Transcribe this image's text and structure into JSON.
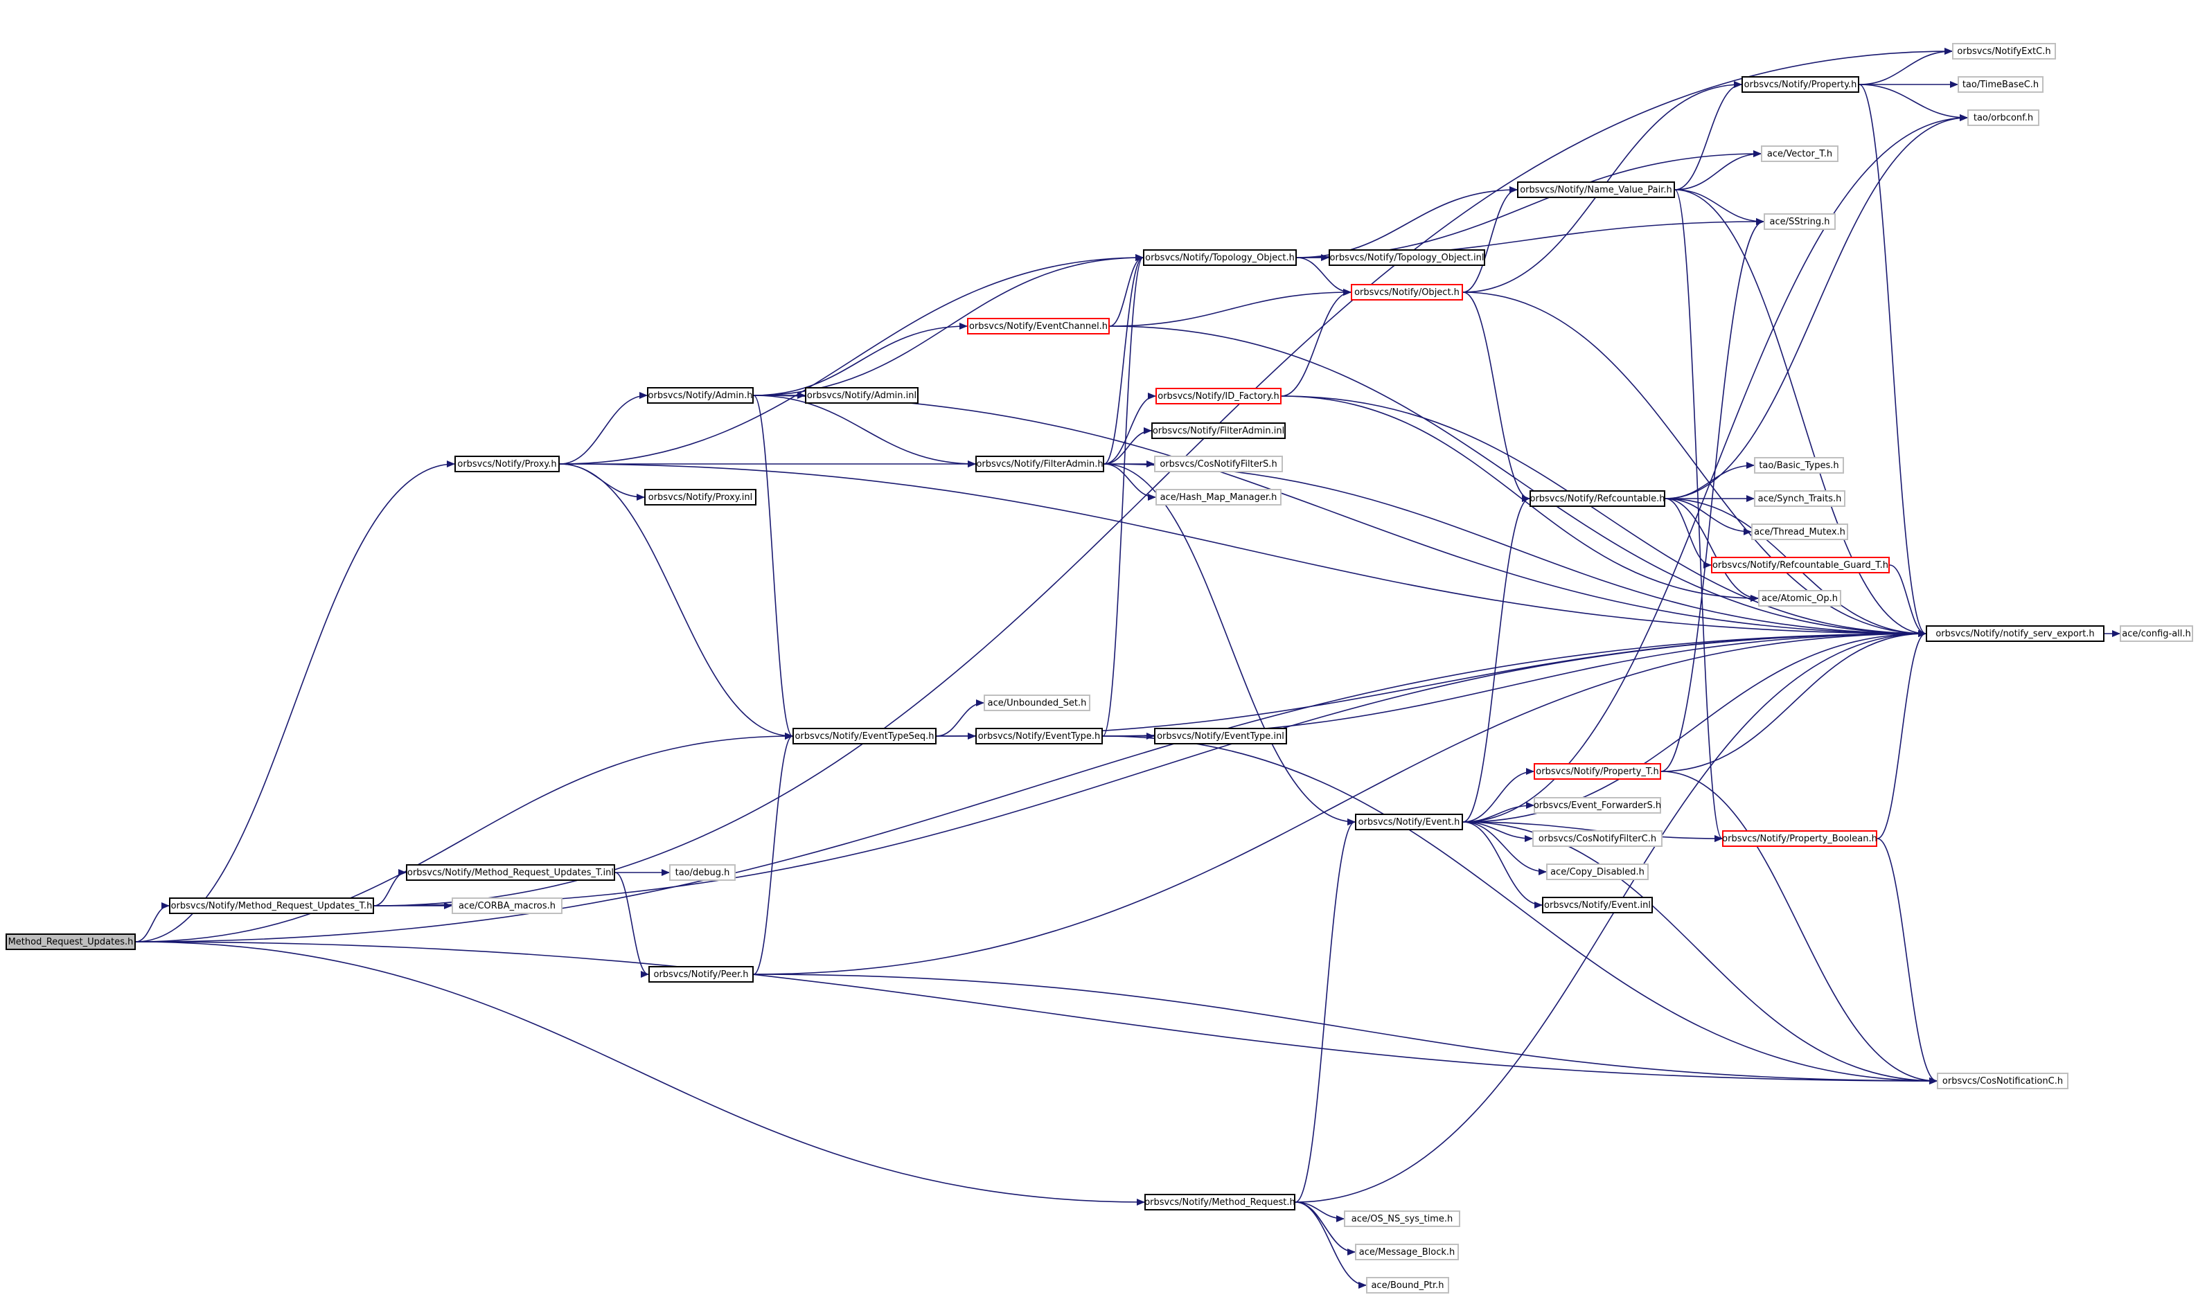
{
  "colors": {
    "edge": "#191970",
    "border_default": "#000000",
    "border_leaf": "#bfbfbf",
    "border_red": "#ff0000",
    "root_fill": "#bfbfbf"
  },
  "nodes": {
    "method_request_updates_h": {
      "label": "Method_Request_Updates.h",
      "kind": "root"
    },
    "method_request_updates_t_h": {
      "label": "orbsvcs/Notify/Method_Request_Updates_T.h",
      "kind": "plain"
    },
    "method_request_updates_t_inl": {
      "label": "orbsvcs/Notify/Method_Request_Updates_T.inl",
      "kind": "plain"
    },
    "tao_debug_h": {
      "label": "tao/debug.h",
      "kind": "leaf"
    },
    "ace_corba_macros_h": {
      "label": "ace/CORBA_macros.h",
      "kind": "leaf"
    },
    "peer_h": {
      "label": "orbsvcs/Notify/Peer.h",
      "kind": "plain"
    },
    "proxy_h": {
      "label": "orbsvcs/Notify/Proxy.h",
      "kind": "plain"
    },
    "proxy_inl": {
      "label": "orbsvcs/Notify/Proxy.inl",
      "kind": "plain"
    },
    "admin_h": {
      "label": "orbsvcs/Notify/Admin.h",
      "kind": "plain"
    },
    "admin_inl": {
      "label": "orbsvcs/Notify/Admin.inl",
      "kind": "plain"
    },
    "eventchannel_h": {
      "label": "orbsvcs/Notify/EventChannel.h",
      "kind": "red"
    },
    "topology_object_h": {
      "label": "orbsvcs/Notify/Topology_Object.h",
      "kind": "plain"
    },
    "topology_object_inl": {
      "label": "orbsvcs/Notify/Topology_Object.inl",
      "kind": "plain"
    },
    "object_h": {
      "label": "orbsvcs/Notify/Object.h",
      "kind": "red"
    },
    "id_factory_h": {
      "label": "orbsvcs/Notify/ID_Factory.h",
      "kind": "red"
    },
    "filteradmin_inl": {
      "label": "orbsvcs/Notify/FilterAdmin.inl",
      "kind": "plain"
    },
    "filteradmin_h": {
      "label": "orbsvcs/Notify/FilterAdmin.h",
      "kind": "plain"
    },
    "cosnotifyfilters_h": {
      "label": "orbsvcs/CosNotifyFilterS.h",
      "kind": "leaf"
    },
    "hash_map_manager_h": {
      "label": "ace/Hash_Map_Manager.h",
      "kind": "leaf"
    },
    "eventtypeseq_h": {
      "label": "orbsvcs/Notify/EventTypeSeq.h",
      "kind": "plain"
    },
    "unbounded_set_h": {
      "label": "ace/Unbounded_Set.h",
      "kind": "leaf"
    },
    "eventtype_h": {
      "label": "orbsvcs/Notify/EventType.h",
      "kind": "plain"
    },
    "eventtype_inl": {
      "label": "orbsvcs/Notify/EventType.inl",
      "kind": "plain"
    },
    "event_h": {
      "label": "orbsvcs/Notify/Event.h",
      "kind": "plain"
    },
    "property_t_h": {
      "label": "orbsvcs/Notify/Property_T.h",
      "kind": "red"
    },
    "event_forwarders_h": {
      "label": "orbsvcs/Event_ForwarderS.h",
      "kind": "leaf"
    },
    "cosnotifyfilterc_h": {
      "label": "orbsvcs/CosNotifyFilterC.h",
      "kind": "leaf"
    },
    "copy_disabled_h": {
      "label": "ace/Copy_Disabled.h",
      "kind": "leaf"
    },
    "event_inl": {
      "label": "orbsvcs/Notify/Event.inl",
      "kind": "plain"
    },
    "method_request_h": {
      "label": "orbsvcs/Notify/Method_Request.h",
      "kind": "plain"
    },
    "os_ns_sys_time_h": {
      "label": "ace/OS_NS_sys_time.h",
      "kind": "leaf"
    },
    "message_block_h": {
      "label": "ace/Message_Block.h",
      "kind": "leaf"
    },
    "bound_ptr_h": {
      "label": "ace/Bound_Ptr.h",
      "kind": "leaf"
    },
    "property_h": {
      "label": "orbsvcs/Notify/Property.h",
      "kind": "plain"
    },
    "notifyextc_h": {
      "label": "orbsvcs/NotifyExtC.h",
      "kind": "leaf"
    },
    "timebasec_h": {
      "label": "tao/TimeBaseC.h",
      "kind": "leaf"
    },
    "orbconf_h": {
      "label": "tao/orbconf.h",
      "kind": "leaf"
    },
    "vector_t_h": {
      "label": "ace/Vector_T.h",
      "kind": "leaf"
    },
    "name_value_pair_h": {
      "label": "orbsvcs/Notify/Name_Value_Pair.h",
      "kind": "plain"
    },
    "sstring_h": {
      "label": "ace/SString.h",
      "kind": "leaf"
    },
    "refcountable_h": {
      "label": "orbsvcs/Notify/Refcountable.h",
      "kind": "plain"
    },
    "basic_types_h": {
      "label": "tao/Basic_Types.h",
      "kind": "leaf"
    },
    "synch_traits_h": {
      "label": "ace/Synch_Traits.h",
      "kind": "leaf"
    },
    "thread_mutex_h": {
      "label": "ace/Thread_Mutex.h",
      "kind": "leaf"
    },
    "refcountable_guard_t_h": {
      "label": "orbsvcs/Notify/Refcountable_Guard_T.h",
      "kind": "red"
    },
    "atomic_op_h": {
      "label": "ace/Atomic_Op.h",
      "kind": "leaf"
    },
    "notify_serv_export_h": {
      "label": "orbsvcs/Notify/notify_serv_export.h",
      "kind": "plain"
    },
    "config_all_h": {
      "label": "ace/config-all.h",
      "kind": "leaf"
    },
    "property_boolean_h": {
      "label": "orbsvcs/Notify/Property_Boolean.h",
      "kind": "red"
    },
    "cosnotificationc_h": {
      "label": "orbsvcs/CosNotificationC.h",
      "kind": "leaf"
    }
  },
  "edges": [
    [
      "method_request_updates_h",
      "method_request_updates_t_h"
    ],
    [
      "method_request_updates_h",
      "proxy_h"
    ],
    [
      "method_request_updates_h",
      "eventtypeseq_h"
    ],
    [
      "method_request_updates_h",
      "method_request_h"
    ],
    [
      "method_request_updates_h",
      "notify_serv_export_h"
    ],
    [
      "method_request_updates_h",
      "cosnotificationc_h"
    ],
    [
      "method_request_updates_t_h",
      "method_request_updates_t_inl"
    ],
    [
      "method_request_updates_t_h",
      "ace_corba_macros_h"
    ],
    [
      "method_request_updates_t_h",
      "notifyextc_h"
    ],
    [
      "method_request_updates_t_h",
      "notify_serv_export_h"
    ],
    [
      "method_request_updates_t_inl",
      "tao_debug_h"
    ],
    [
      "method_request_updates_t_inl",
      "peer_h"
    ],
    [
      "peer_h",
      "eventtypeseq_h"
    ],
    [
      "peer_h",
      "notify_serv_export_h"
    ],
    [
      "peer_h",
      "cosnotificationc_h"
    ],
    [
      "proxy_h",
      "proxy_inl"
    ],
    [
      "proxy_h",
      "admin_h"
    ],
    [
      "proxy_h",
      "filteradmin_h"
    ],
    [
      "proxy_h",
      "eventtypeseq_h"
    ],
    [
      "proxy_h",
      "topology_object_h"
    ],
    [
      "proxy_h",
      "notify_serv_export_h"
    ],
    [
      "admin_h",
      "admin_inl"
    ],
    [
      "admin_h",
      "eventchannel_h"
    ],
    [
      "admin_h",
      "topology_object_h"
    ],
    [
      "admin_h",
      "filteradmin_h"
    ],
    [
      "admin_h",
      "eventtypeseq_h"
    ],
    [
      "admin_h",
      "notify_serv_export_h"
    ],
    [
      "eventchannel_h",
      "topology_object_h"
    ],
    [
      "eventchannel_h",
      "object_h"
    ],
    [
      "eventchannel_h",
      "notify_serv_export_h"
    ],
    [
      "topology_object_h",
      "topology_object_inl"
    ],
    [
      "topology_object_h",
      "object_h"
    ],
    [
      "topology_object_h",
      "name_value_pair_h"
    ],
    [
      "topology_object_h",
      "vector_t_h"
    ],
    [
      "topology_object_h",
      "sstring_h"
    ],
    [
      "object_h",
      "property_h"
    ],
    [
      "object_h",
      "refcountable_h"
    ],
    [
      "object_h",
      "name_value_pair_h"
    ],
    [
      "object_h",
      "notify_serv_export_h"
    ],
    [
      "id_factory_h",
      "object_h"
    ],
    [
      "id_factory_h",
      "atomic_op_h"
    ],
    [
      "id_factory_h",
      "notify_serv_export_h"
    ],
    [
      "filteradmin_h",
      "filteradmin_inl"
    ],
    [
      "filteradmin_h",
      "id_factory_h"
    ],
    [
      "filteradmin_h",
      "cosnotifyfilters_h"
    ],
    [
      "filteradmin_h",
      "hash_map_manager_h"
    ],
    [
      "filteradmin_h",
      "topology_object_h"
    ],
    [
      "filteradmin_h",
      "event_h"
    ],
    [
      "filteradmin_h",
      "notify_serv_export_h"
    ],
    [
      "eventtypeseq_h",
      "unbounded_set_h"
    ],
    [
      "eventtypeseq_h",
      "eventtype_h"
    ],
    [
      "eventtypeseq_h",
      "notify_serv_export_h"
    ],
    [
      "eventtype_h",
      "eventtype_inl"
    ],
    [
      "eventtype_h",
      "topology_object_h"
    ],
    [
      "eventtype_h",
      "notify_serv_export_h"
    ],
    [
      "eventtype_h",
      "cosnotificationc_h"
    ],
    [
      "event_h",
      "property_t_h"
    ],
    [
      "event_h",
      "event_forwarders_h"
    ],
    [
      "event_h",
      "cosnotifyfilterc_h"
    ],
    [
      "event_h",
      "copy_disabled_h"
    ],
    [
      "event_h",
      "event_inl"
    ],
    [
      "event_h",
      "refcountable_h"
    ],
    [
      "event_h",
      "property_boolean_h"
    ],
    [
      "event_h",
      "notify_serv_export_h"
    ],
    [
      "event_h",
      "cosnotificationc_h"
    ],
    [
      "event_h",
      "orbconf_h"
    ],
    [
      "property_t_h",
      "sstring_h"
    ],
    [
      "property_t_h",
      "notify_serv_export_h"
    ],
    [
      "property_t_h",
      "cosnotificationc_h"
    ],
    [
      "method_request_h",
      "event_h"
    ],
    [
      "method_request_h",
      "os_ns_sys_time_h"
    ],
    [
      "method_request_h",
      "message_block_h"
    ],
    [
      "method_request_h",
      "bound_ptr_h"
    ],
    [
      "method_request_h",
      "notify_serv_export_h"
    ],
    [
      "property_h",
      "notifyextc_h"
    ],
    [
      "property_h",
      "timebasec_h"
    ],
    [
      "property_h",
      "orbconf_h"
    ],
    [
      "property_h",
      "notify_serv_export_h"
    ],
    [
      "name_value_pair_h",
      "property_h"
    ],
    [
      "name_value_pair_h",
      "vector_t_h"
    ],
    [
      "name_value_pair_h",
      "sstring_h"
    ],
    [
      "name_value_pair_h",
      "property_boolean_h"
    ],
    [
      "name_value_pair_h",
      "notify_serv_export_h"
    ],
    [
      "refcountable_h",
      "basic_types_h"
    ],
    [
      "refcountable_h",
      "synch_traits_h"
    ],
    [
      "refcountable_h",
      "thread_mutex_h"
    ],
    [
      "refcountable_h",
      "refcountable_guard_t_h"
    ],
    [
      "refcountable_h",
      "atomic_op_h"
    ],
    [
      "refcountable_h",
      "orbconf_h"
    ],
    [
      "refcountable_h",
      "notify_serv_export_h"
    ],
    [
      "refcountable_guard_t_h",
      "notify_serv_export_h"
    ],
    [
      "notify_serv_export_h",
      "config_all_h"
    ],
    [
      "property_boolean_h",
      "notify_serv_export_h"
    ],
    [
      "property_boolean_h",
      "cosnotificationc_h"
    ]
  ]
}
